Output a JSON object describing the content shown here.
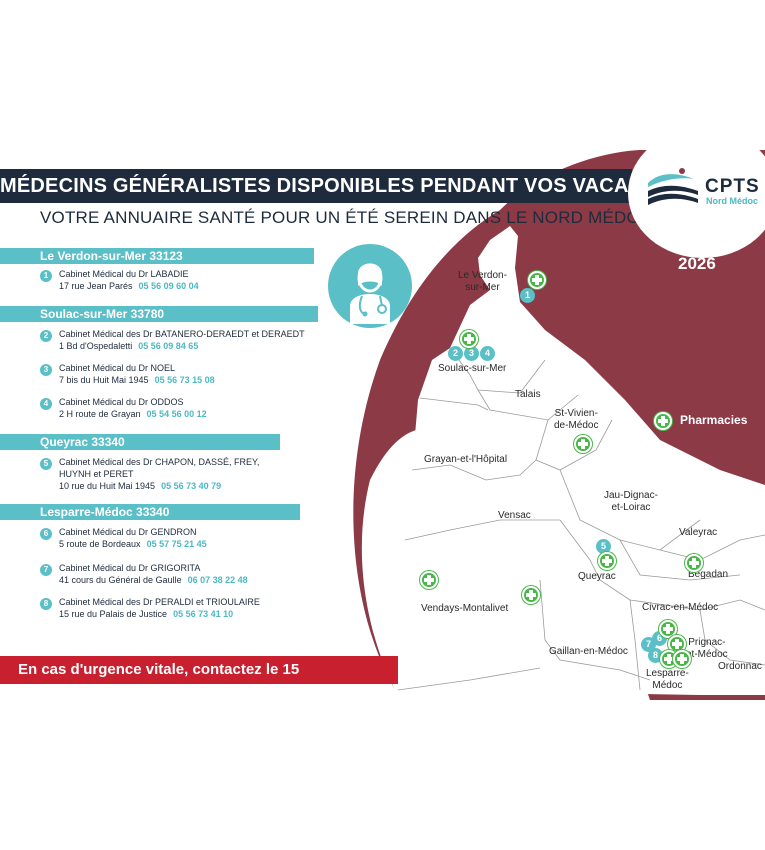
{
  "header": {
    "title": "MÉDECINS GÉNÉRALISTES DISPONIBLES PENDANT VOS VACANCES",
    "subtitle": "VOTRE ANNUAIRE SANTÉ POUR UN ÉTÉ SEREIN DANS LE NORD MÉDOC"
  },
  "logo": {
    "name": "CPTS",
    "sub": "Nord Médoc"
  },
  "year": "2026",
  "legend": {
    "pharmacies": "Pharmacies"
  },
  "towns": [
    {
      "name": "Le Verdon-sur-Mer   33123",
      "entries": [
        {
          "num": "1",
          "line1": "Cabinet Médical du Dr LABADIE",
          "line2": "17 rue Jean Parés",
          "phone": "05 56 09 60 04"
        }
      ]
    },
    {
      "name": "Soulac-sur-Mer   33780",
      "entries": [
        {
          "num": "2",
          "line1": "Cabinet Médical des Dr BATANERO-DERAEDT et DERAEDT",
          "line2": "1 Bd d'Ospedaletti",
          "phone": "05 56 09 84 65"
        },
        {
          "num": "3",
          "line1": "Cabinet Médical du Dr NOEL",
          "line2": "7 bis du Huit Mai 1945",
          "phone": "05 56 73 15 08"
        },
        {
          "num": "4",
          "line1": "Cabinet Médical du Dr ODDOS",
          "line2": "2 H route de Grayan",
          "phone": "05 54 56 00 12"
        }
      ]
    },
    {
      "name": "Queyrac   33340",
      "entries": [
        {
          "num": "5",
          "line1": "Cabinet Médical des Dr CHAPON, DASSÉ, FREY,",
          "line1b": "HUYNH et PERET",
          "line2": "10 rue du Huit Mai 1945",
          "phone": "05 56 73 40 79"
        }
      ]
    },
    {
      "name": "Lesparre-Médoc   33340",
      "entries": [
        {
          "num": "6",
          "line1": "Cabinet Médical du Dr GENDRON",
          "line2": "5 route de Bordeaux",
          "phone": "05 57 75 21 45"
        },
        {
          "num": "7",
          "line1": "Cabinet Médical du Dr GRIGORITA",
          "line2": "41 cours du Général de Gaulle",
          "phone": "06 07 38 22 48"
        },
        {
          "num": "8",
          "line1": "Cabinet Médical des Dr PERALDI et TRIOULAIRE",
          "line2": "15 rue du Palais de Justice",
          "phone": "05 56 73 41 10"
        }
      ]
    }
  ],
  "urgent": "En cas d'urgence vitale, contactez le 15",
  "map": {
    "labels": {
      "verdon": "Le Verdon-\nsur-Mer",
      "soulac": "Soulac-sur-Mer",
      "talais": "Talais",
      "stvivien": "St-Vivien-\nde-Médoc",
      "grayan": "Grayan-et-l'Hôpital",
      "jau": "Jau-Dignac-\net-Loirac",
      "vensac": "Vensac",
      "valeyrac": "Valeyrac",
      "begadan": "Bégadan",
      "queyrac": "Queyrac",
      "vendays": "Vendays-Montalivet",
      "civrac": "Civrac-en-Médoc",
      "prignac": "Prignac-\net-Médoc",
      "gaillan": "Gaillan-en-Médoc",
      "ordonnac": "Ordonnac",
      "lesparre": "Lesparre-\nMédoc"
    },
    "badges": [
      "1",
      "2",
      "3",
      "4",
      "5",
      "6",
      "7",
      "8"
    ]
  },
  "colors": {
    "navy": "#1e2b3c",
    "teal": "#5bbfc7",
    "maroon": "#8b3a46",
    "red": "#c8202f",
    "green": "#49b649"
  }
}
